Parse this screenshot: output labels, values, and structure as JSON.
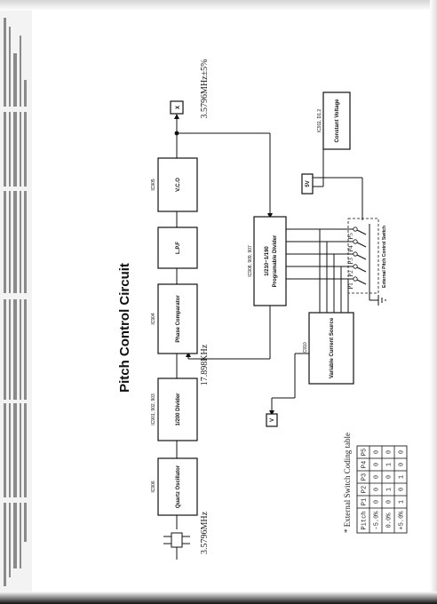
{
  "title": "Pitch Control Circuit",
  "blocks": {
    "oscillator": {
      "ic": "IC906",
      "label": "Quartz Oscillator"
    },
    "divider200": {
      "ic": "IC901, 902, 903",
      "label": "1/200 Divider"
    },
    "phase": {
      "ic": "IC904",
      "label": "Phase Comparator"
    },
    "lpf": {
      "label": "L.P.F"
    },
    "vco": {
      "ic": "IC905",
      "label": "V.C.O"
    },
    "progdiv": {
      "ic": "IC908, 909, 907",
      "label1": "1/210~1/190",
      "label2": "Programable Divider"
    },
    "varcur": {
      "ic": "IC910",
      "label": "Variable Current Source"
    },
    "constv": {
      "ic": "IC911, D1.2",
      "label": "Constant Voltage"
    },
    "supply": {
      "label": "5V"
    },
    "vout": {
      "label": "V"
    },
    "xout": {
      "label": "X"
    }
  },
  "freq": {
    "osc": "3.5796MHz",
    "ref": "17.898KHz",
    "vco": "3.5796MHz±5%"
  },
  "switch": {
    "label": "External Pitch Control Switch",
    "pins": [
      "P1",
      "P2",
      "P3",
      "P4",
      "P5"
    ]
  },
  "table": {
    "title": "* External Switch Coding table",
    "headers": [
      "Pitch",
      "P1",
      "P2",
      "P3",
      "P4",
      "P5"
    ],
    "rows": [
      [
        "-5.0%",
        "0",
        "0",
        "0",
        "0",
        "0"
      ],
      [
        "0.0%",
        "0",
        "1",
        "0",
        "1",
        "0"
      ],
      [
        "+5.0%",
        "1",
        "0",
        "1",
        "0",
        "0"
      ]
    ]
  }
}
